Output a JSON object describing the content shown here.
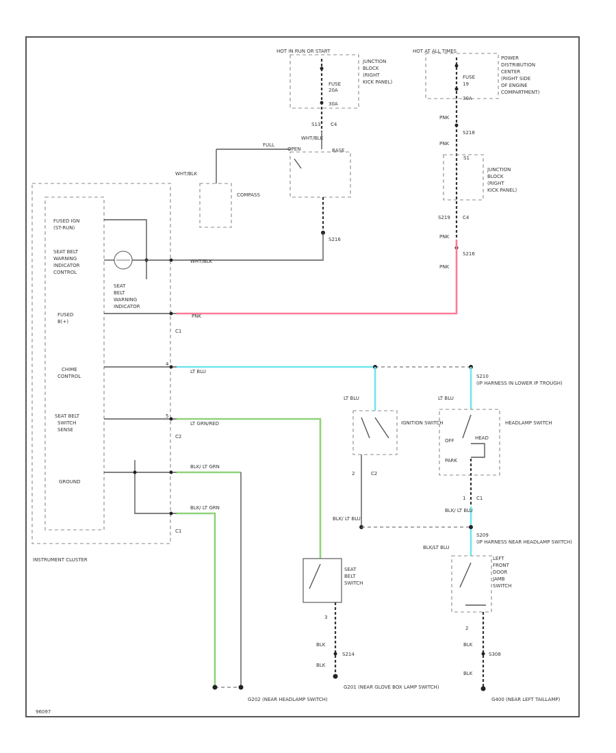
{
  "hot_run_start": "HOT IN RUN OR START",
  "hot_at_all_times": "HOT AT ALL TIMES",
  "junction_block_top": [
    "JUNCTION",
    "BLOCK",
    "(RIGHT",
    "KICK PANEL)"
  ],
  "fuse_top_left": [
    "FUSE",
    "20A",
    "30A"
  ],
  "fuse_top_right": [
    "FUSE",
    "19",
    "30A"
  ],
  "pdc": [
    "POWER",
    "DISTRIBUTION",
    "CENTER",
    "(RIGHT SIDE",
    "OF ENGINE",
    "COMPARTMENT)"
  ],
  "junction_block_mid": [
    "JUNCTION",
    "BLOCK",
    "(RIGHT",
    "KICK PANEL)"
  ],
  "labels": {
    "s13": "S13",
    "c4_top": "C4",
    "c4_mid": "C4",
    "wht_blk": "WHT/BLK",
    "wht_blk_2": "WHT/BLK",
    "full": "FULL",
    "open": "OPEN",
    "base": "BASE",
    "compass": "COMPASS",
    "s216": "S216",
    "s218": "S218",
    "s219": "S219",
    "s1": "S1",
    "pnk": "PNK",
    "pnk_2": "PNK",
    "pnk_3": "PNK",
    "pnk_4": "PNK",
    "pnk_5": "PNK",
    "s216_2": "S216",
    "c1_a": "C1",
    "c1_b": "C1",
    "c1_c": "C1",
    "c2": "C2",
    "c2_b": "C2",
    "lt_blu": "LT BLU",
    "lt_blu_2": "LT BLU",
    "lt_blu_3": "LT BLU",
    "lt_grn_red": "LT GRN/RED",
    "blk_lt_grn": "BLK/ LT GRN",
    "blk_lt_grn_2": "BLK/ LT GRN",
    "blk_lt_blu": "BLK/ LT BLU",
    "blk_lt_blu_2": "BLK/ LT BLU",
    "blk_lt_blu_3": "BLK/LT BLU",
    "s210": "S210",
    "ip_harness": "(IP HARNESS IN LOWER IP TROUGH)",
    "ignition_switch": "IGNITION SWITCH",
    "headlamp_switch": "HEADLAMP SWITCH",
    "off": "OFF",
    "head": "HEAD",
    "park": "PARK",
    "s209": "S209",
    "ip_harness_near": "(IP HARNESS NEAR HEADLAMP SWITCH)",
    "left_front_door": [
      "LEFT",
      "FRONT",
      "DOOR",
      "JAMB",
      "SWITCH"
    ],
    "seat_belt_switch": [
      "SEAT",
      "BELT",
      "SWITCH"
    ],
    "blk": "BLK",
    "blk_2": "BLK",
    "blk_3": "BLK",
    "blk_4": "BLK",
    "s214": "S214",
    "s308": "S308",
    "g202": "G202  (NEAR HEADLAMP SWITCH)",
    "g201": "G201  (NEAR GLOVE BOX LAMP SWITCH)",
    "g400": "G400  (NEAR LEFT TAILLAMP)",
    "instrument_cluster": "INSTRUMENT CLUSTER",
    "fused_ign": [
      "FUSED IGN",
      "(ST-RUN)"
    ],
    "seat_belt_warning_ctrl": [
      "SEAT BELT",
      "WARNING",
      "INDICATOR",
      "CONTROL"
    ],
    "seat_belt_warning_ind": [
      "SEAT",
      "BELT",
      "WARNING",
      "INDICATOR"
    ],
    "fused_batt": [
      "FUSED",
      "B(+)"
    ],
    "chime_control": [
      "CHIME",
      "CONTROL"
    ],
    "seat_belt_switch_sense": [
      "SEAT BELT",
      "SWITCH",
      "SENSE"
    ],
    "ground": "GROUND",
    "pin_a": "4",
    "pin_b": "5",
    "pin_c": "2",
    "pin_d": "1",
    "pin_e": "2",
    "pin_f": "3",
    "footer_code": "96097"
  },
  "colors": {
    "pink_wire": "#ff7a9a",
    "cyan_wire": "#6fe6ee",
    "green_wire": "#8fd27a"
  }
}
